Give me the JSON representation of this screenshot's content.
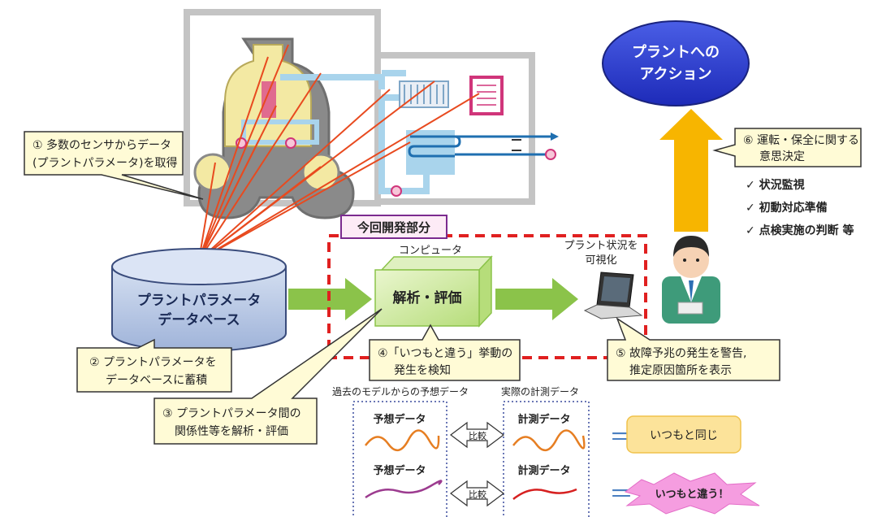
{
  "plant": {
    "sensor_callout": [
      "① 多数のセンサからデータ",
      "(プラントパラメータ)を取得"
    ]
  },
  "database": {
    "label": [
      "プラントパラメータ",
      "データベース"
    ],
    "callout": [
      "② プラントパラメータを",
      "データベースに蓄積"
    ]
  },
  "analysis": {
    "callout": [
      "③ プラントパラメータ間の",
      "関係性等を解析・評価"
    ]
  },
  "dev_area": {
    "label": "今回開発部分",
    "computer_label": "コンピュータ",
    "cube_label": "解析・評価",
    "detect_callout": [
      "④「いつもと違う」挙動の",
      "発生を検知"
    ],
    "visualize_label": [
      "プラント状況を",
      "可視化"
    ],
    "warn_callout": [
      "⑤ 故障予兆の発生を警告,",
      "推定原因箇所を表示"
    ]
  },
  "action": {
    "oval": [
      "プラントへの",
      "アクション"
    ],
    "decision_callout": [
      "⑥ 運転・保全に関する",
      "意思決定"
    ],
    "checklist": [
      "✓ 状況監視",
      "✓ 初動対応準備",
      "✓ 点検実施の判断 等"
    ]
  },
  "comparison": {
    "predicted_header": "過去のモデルからの予想データ",
    "measured_header": "実際の計測データ",
    "predicted_label": "予想データ",
    "measured_label": "計測データ",
    "compare_label": "比較",
    "equals": "＝",
    "same_result": "いつもと同じ",
    "diff_result": "いつもと違う！"
  },
  "colors": {
    "plant_gray": "#c8c8c8",
    "reactor_yellow": "#f3e9a3",
    "pipe_blue": "#a9d4ec",
    "sensor_line": "#e84a1f",
    "db_blue": "#9fb3d9",
    "green_arrow": "#8bc34a",
    "dev_border": "#e02020",
    "oval_blue": "#2d3fd1",
    "action_arrow": "#f7b500",
    "result_same": "#fce39a",
    "result_diff": "#f59de0"
  }
}
